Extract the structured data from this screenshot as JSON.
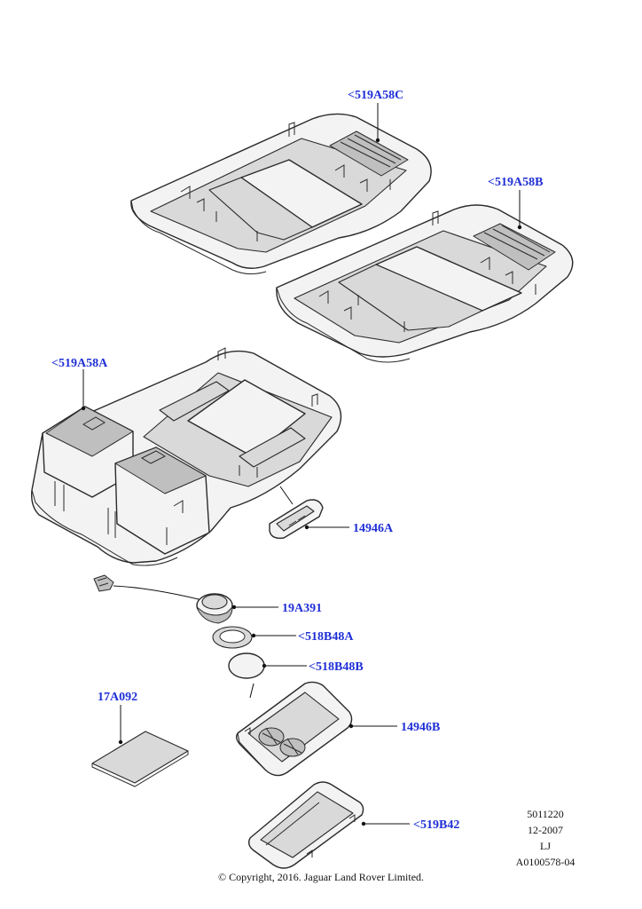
{
  "callouts": {
    "c519a58c": "<519A58C",
    "c519a58b": "<519A58B",
    "c519a58a": "<519A58A",
    "c14946a": "14946A",
    "c19a391": "19A391",
    "c518b48a": "<518B48A",
    "c518b48b": "<518B48B",
    "c17a092": "17A092",
    "c14946b": "14946B",
    "c519b42": "<519B42"
  },
  "meta": {
    "number": "5011220",
    "date": "12-2007",
    "initials": "LJ",
    "reference": "A0100578-04"
  },
  "copyright": "© Copyright, 2016. Jaguar Land Rover Limited.",
  "colors": {
    "callout": "#1f2fd6",
    "line": "#2a2a2a"
  }
}
